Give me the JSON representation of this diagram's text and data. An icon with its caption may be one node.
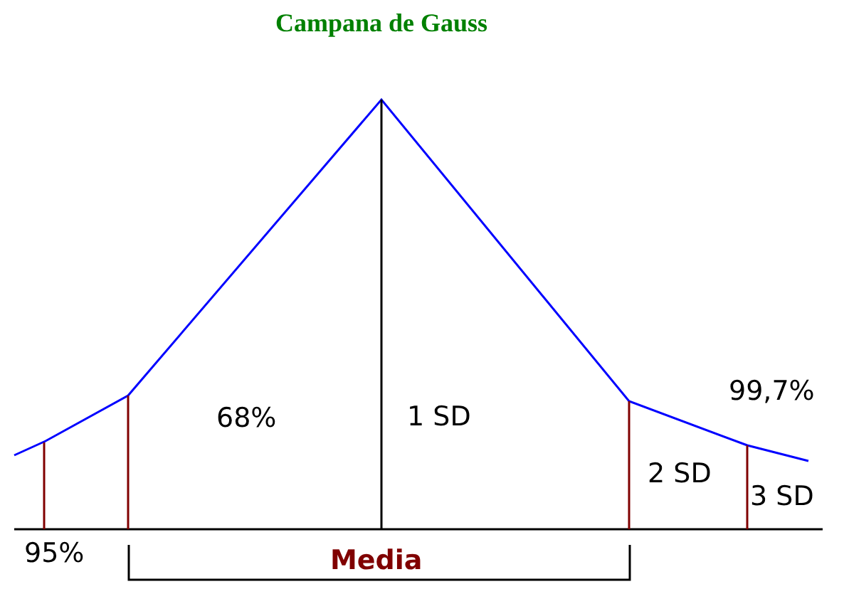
{
  "diagram": {
    "title": "Campana de Gauss",
    "labels": [
      "68%",
      "1 SD",
      "99,7%",
      "2 SD",
      "3 SD",
      "95%",
      "Media"
    ]
  }
}
